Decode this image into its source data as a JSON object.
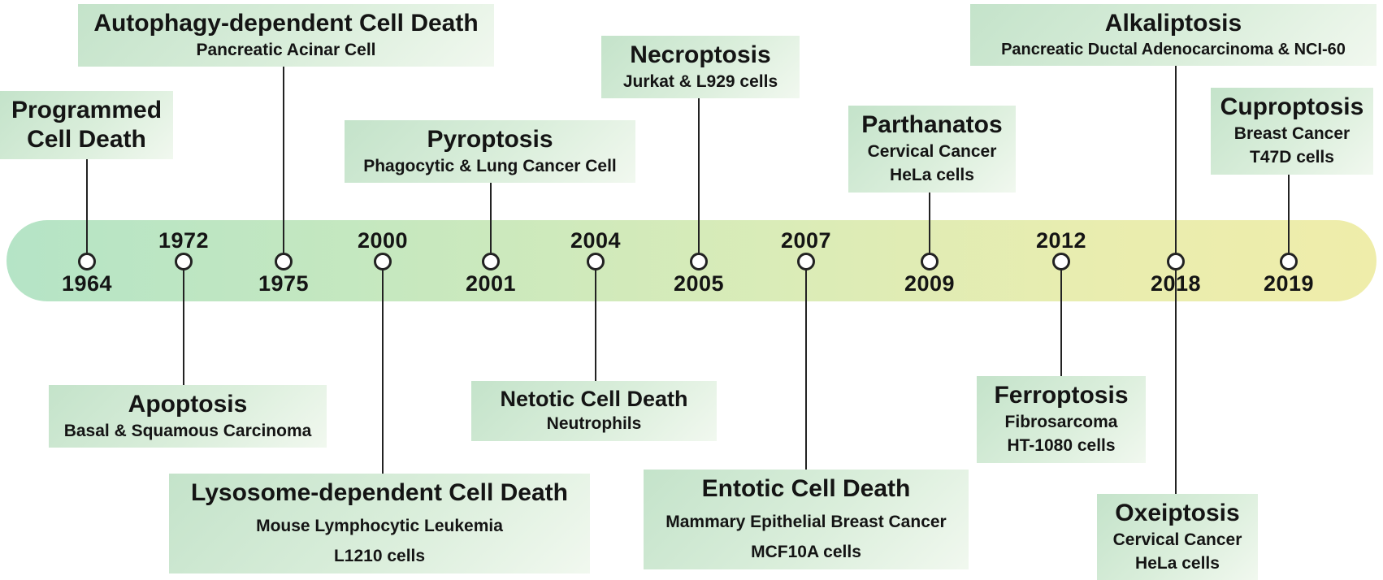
{
  "timeline": {
    "years": [
      {
        "value": "1964",
        "position": "below"
      },
      {
        "value": "1972",
        "position": "above"
      },
      {
        "value": "1975",
        "position": "below"
      },
      {
        "value": "2000",
        "position": "above"
      },
      {
        "value": "2001",
        "position": "below"
      },
      {
        "value": "2004",
        "position": "above"
      },
      {
        "value": "2005",
        "position": "below"
      },
      {
        "value": "2007",
        "position": "above"
      },
      {
        "value": "2009",
        "position": "below"
      },
      {
        "value": "2012",
        "position": "above"
      },
      {
        "value": "2018",
        "position": "below"
      },
      {
        "value": "2019",
        "position": "below"
      }
    ],
    "colors": {
      "bar_left": "#b5e4c6",
      "bar_right": "#efedaa",
      "box_gradient_start": "#c4e3ca",
      "box_gradient_end": "#f1f8ef",
      "line": "#222222",
      "text": "#141414"
    }
  },
  "events": [
    {
      "title": "Programmed Cell Death",
      "details": [],
      "year": "1964",
      "side": "above"
    },
    {
      "title": "Autophagy-dependent Cell Death",
      "details": [
        "Pancreatic Acinar Cell"
      ],
      "year": "1975",
      "side": "above"
    },
    {
      "title": "Apoptosis",
      "details": [
        "Basal & Squamous Carcinoma"
      ],
      "year": "1972",
      "side": "below"
    },
    {
      "title": "Lysosome-dependent Cell Death",
      "details": [
        "Mouse Lymphocytic Leukemia",
        "L1210 cells"
      ],
      "year": "2000",
      "side": "below"
    },
    {
      "title": "Pyroptosis",
      "details": [
        "Phagocytic & Lung Cancer Cell"
      ],
      "year": "2001",
      "side": "above"
    },
    {
      "title": "Netotic Cell Death",
      "details": [
        "Neutrophils"
      ],
      "year": "2004",
      "side": "below"
    },
    {
      "title": "Necroptosis",
      "details": [
        "Jurkat & L929 cells"
      ],
      "year": "2005",
      "side": "above"
    },
    {
      "title": "Entotic Cell Death",
      "details": [
        "Mammary Epithelial Breast Cancer",
        "MCF10A cells"
      ],
      "year": "2007",
      "side": "below"
    },
    {
      "title": "Parthanatos",
      "details": [
        "Cervical Cancer",
        "HeLa cells"
      ],
      "year": "2009",
      "side": "above"
    },
    {
      "title": "Ferroptosis",
      "details": [
        "Fibrosarcoma",
        "HT-1080 cells"
      ],
      "year": "2012",
      "side": "below"
    },
    {
      "title": "Alkaliptosis",
      "details": [
        "Pancreatic Ductal Adenocarcinoma & NCI-60"
      ],
      "year": "2018",
      "side": "above"
    },
    {
      "title": "Oxeiptosis",
      "details": [
        "Cervical Cancer",
        "HeLa cells"
      ],
      "year": "2018",
      "side": "below"
    },
    {
      "title": "Cuproptosis",
      "details": [
        "Breast Cancer",
        "T47D cells"
      ],
      "year": "2019",
      "side": "above"
    }
  ]
}
